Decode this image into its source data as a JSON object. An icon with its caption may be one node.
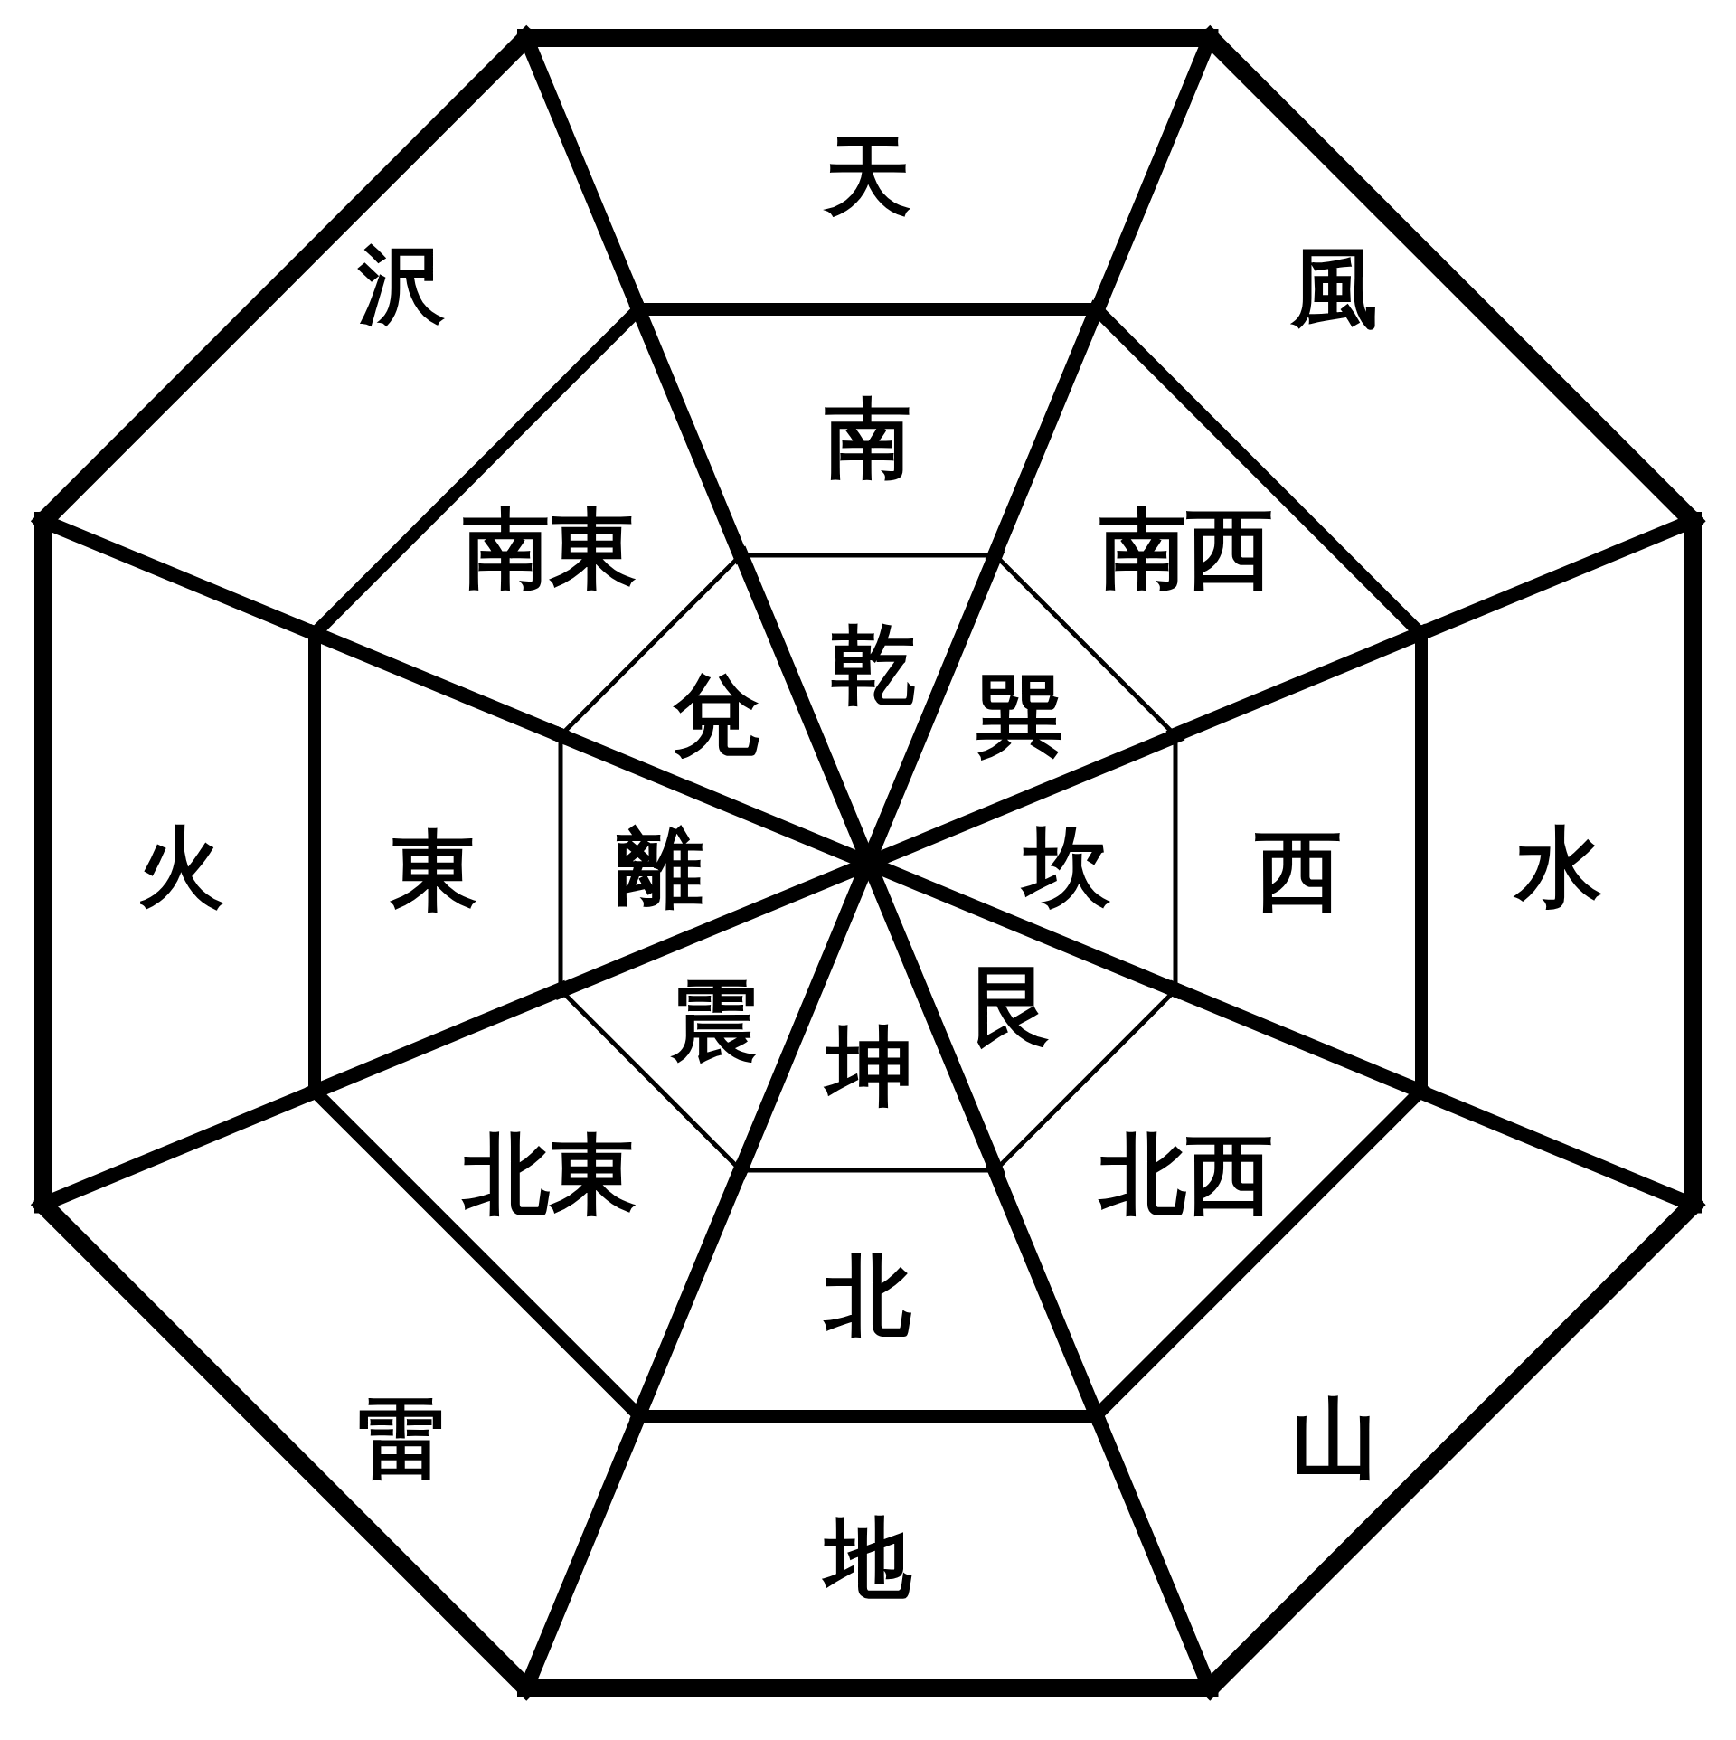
{
  "diagram": {
    "nodes": [
      {
        "text": [
          "天"
        ]
      },
      {
        "text": [
          "南"
        ]
      },
      {
        "text": [
          "乾"
        ]
      },
      {
        "text": [
          "風"
        ]
      },
      {
        "text": [
          "南西"
        ]
      },
      {
        "text": [
          "巽"
        ]
      },
      {
        "text": [
          "水"
        ]
      },
      {
        "text": [
          "西"
        ]
      },
      {
        "text": [
          "坎"
        ]
      },
      {
        "text": [
          "山"
        ]
      },
      {
        "text": [
          "北西"
        ]
      },
      {
        "text": [
          "艮"
        ]
      },
      {
        "text": [
          "地"
        ]
      },
      {
        "text": [
          "北"
        ]
      },
      {
        "text": [
          "坤"
        ]
      },
      {
        "text": [
          "雷"
        ]
      },
      {
        "text": [
          "北東"
        ]
      },
      {
        "text": [
          "震"
        ]
      },
      {
        "text": [
          "火"
        ]
      },
      {
        "text": [
          "東"
        ]
      },
      {
        "text": [
          "離"
        ]
      },
      {
        "text": [
          "沢"
        ]
      },
      {
        "text": [
          "南東"
        ]
      },
      {
        "text": [
          "兌"
        ]
      }
    ]
  }
}
